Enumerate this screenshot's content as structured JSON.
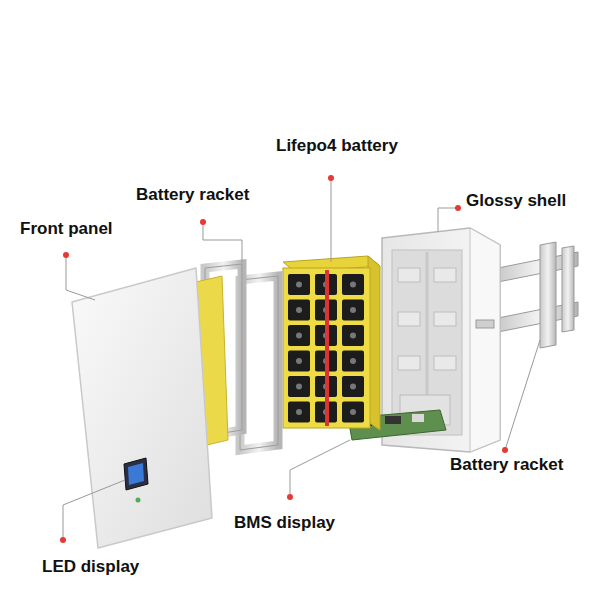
{
  "diagram": {
    "labels": [
      "Lifepo4 battery",
      "Battery racket",
      "Glossy shell",
      "Front panel",
      "Battery racket",
      "BMS display",
      "LED display"
    ]
  }
}
